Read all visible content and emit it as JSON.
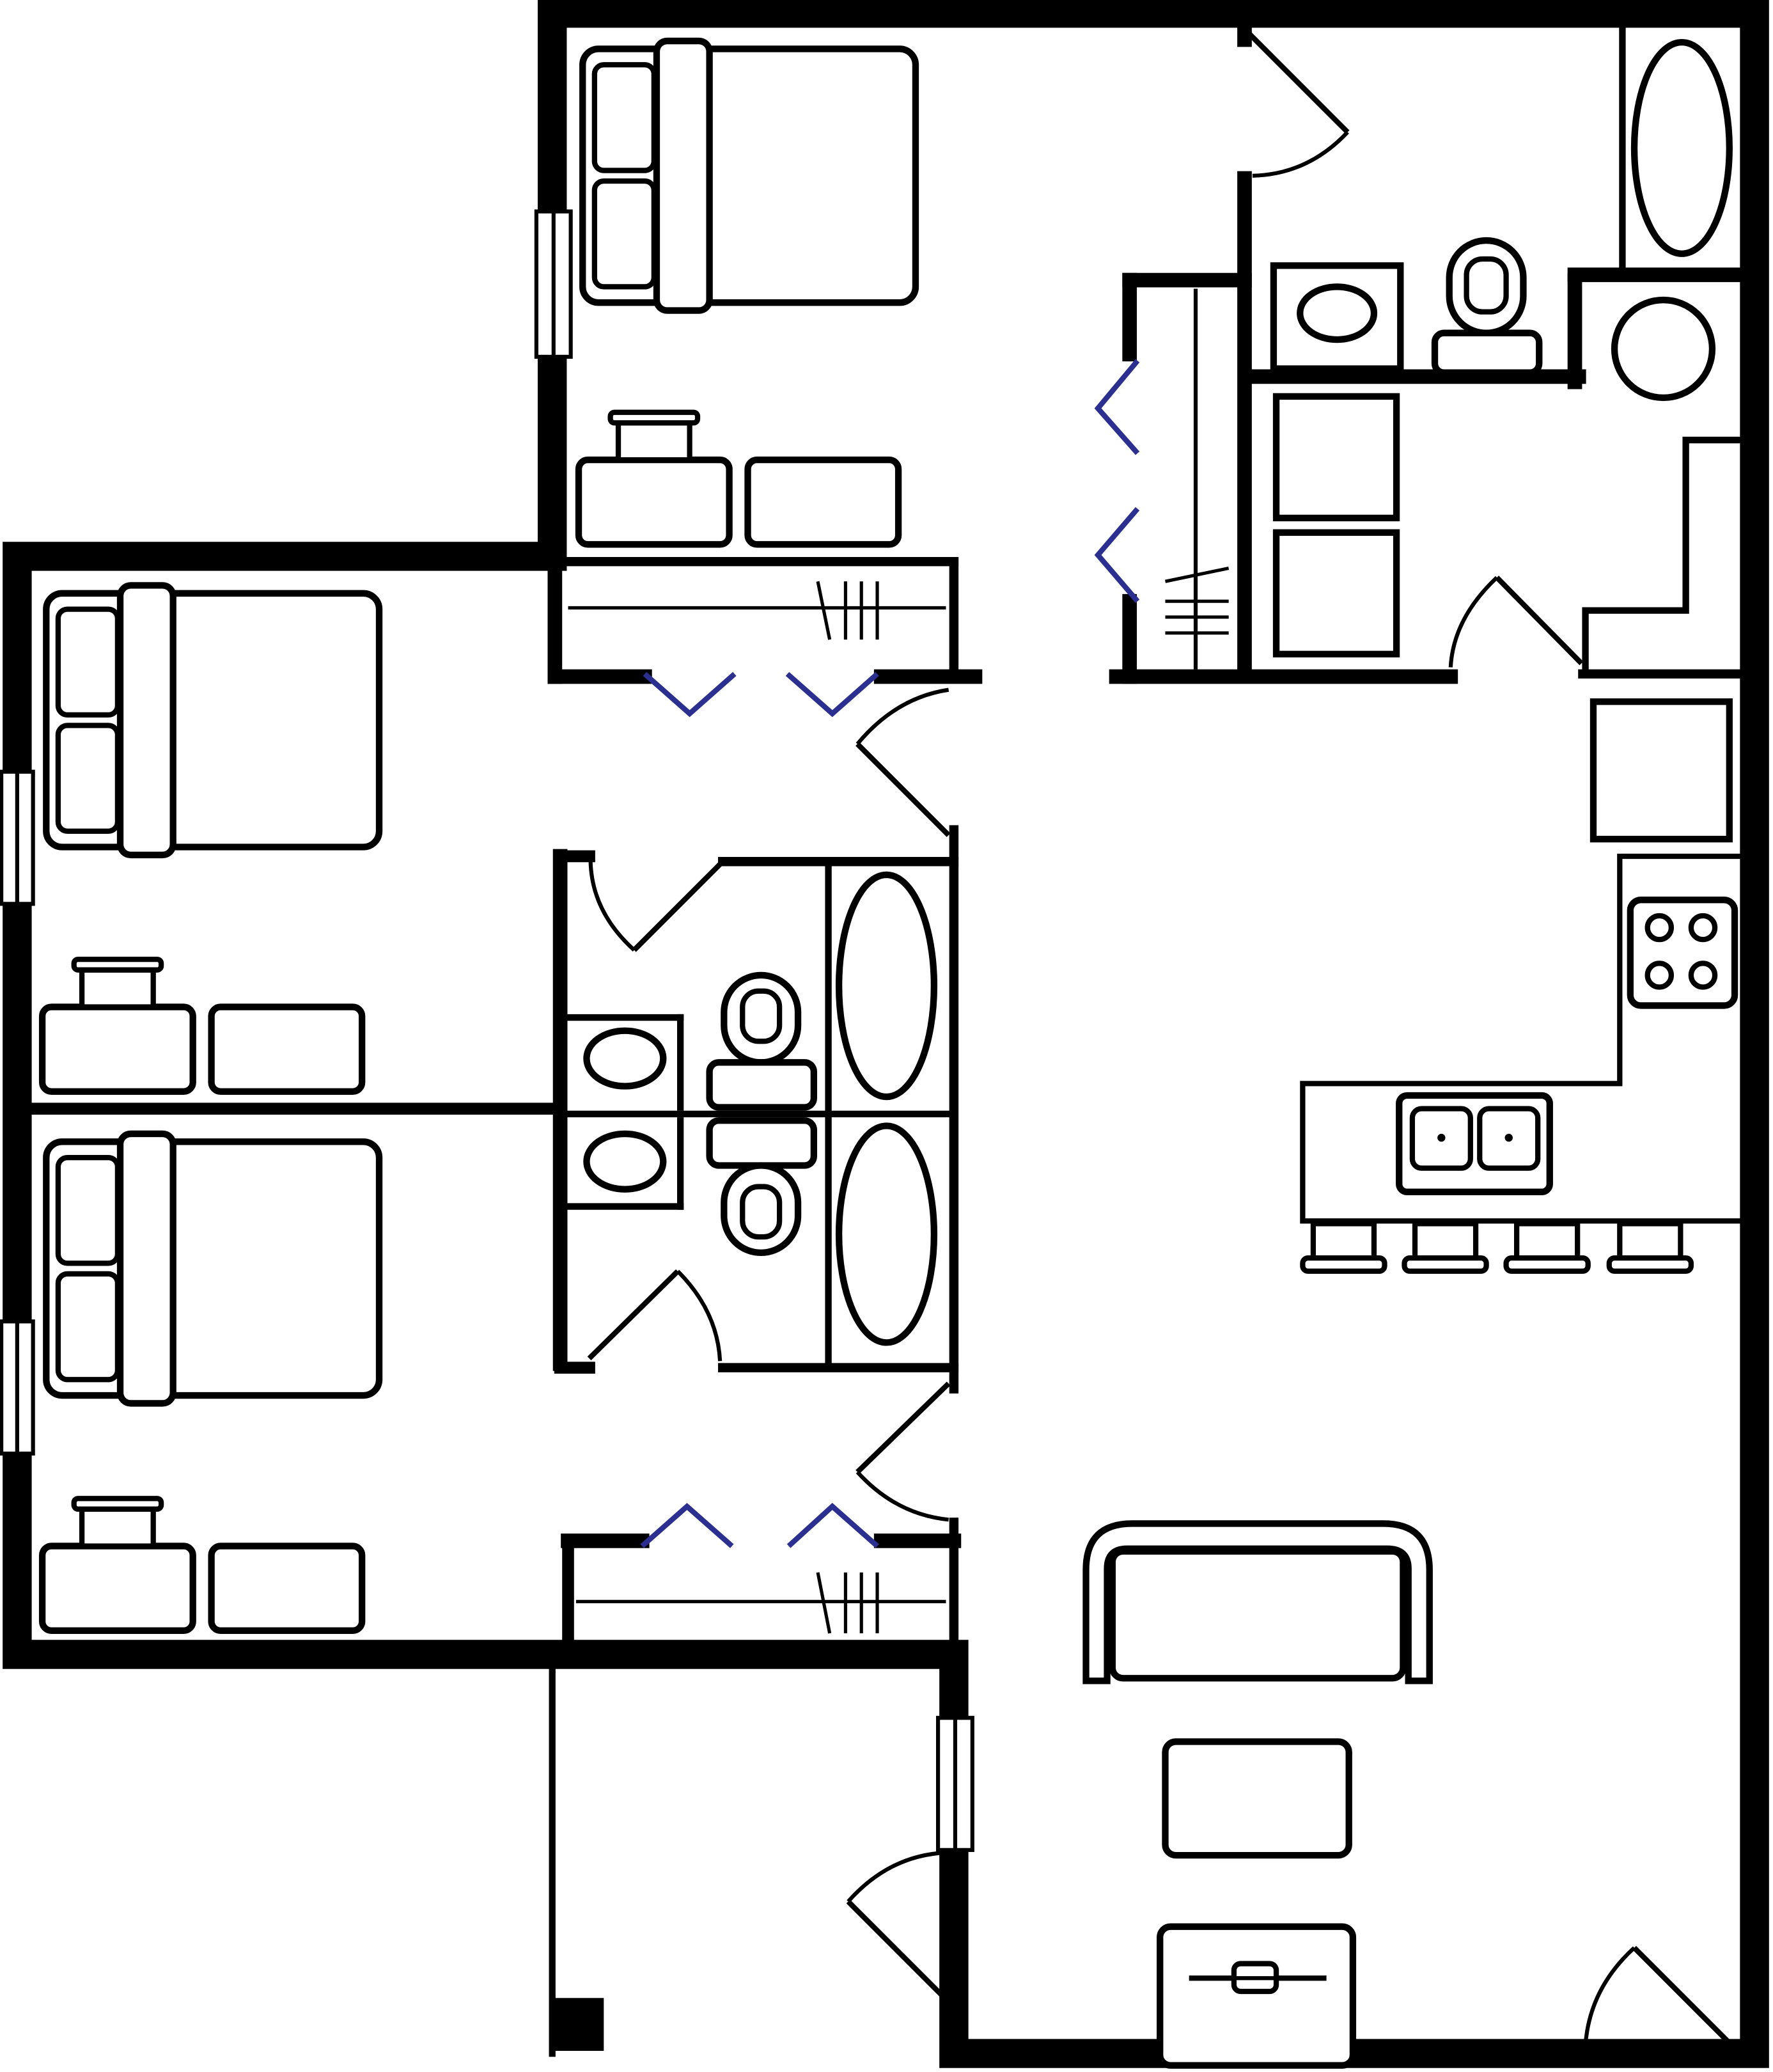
{
  "floorplan": {
    "labels": [],
    "colors": {
      "wall": "#000000",
      "fixture": "#000000",
      "closet_door": "#2b2f8f",
      "background": "#ffffff"
    },
    "rooms": [
      "bedroom-top",
      "bedroom-middle",
      "bedroom-bottom",
      "bathroom-shared",
      "bathroom-master",
      "laundry",
      "kitchen",
      "living-room",
      "patio",
      "entry"
    ],
    "icons": [
      "bed-icon",
      "desk-icon",
      "chair-icon",
      "toilet-icon",
      "sink-icon",
      "bathtub-icon",
      "water-heater-icon",
      "washer-icon",
      "dryer-icon",
      "fridge-icon",
      "cooktop-icon",
      "kitchen-sink-icon",
      "bar-stool-icon",
      "sofa-icon",
      "coffee-table-icon",
      "tv-stand-icon",
      "window-icon",
      "door-swing-icon",
      "bifold-closet-door-icon"
    ]
  }
}
